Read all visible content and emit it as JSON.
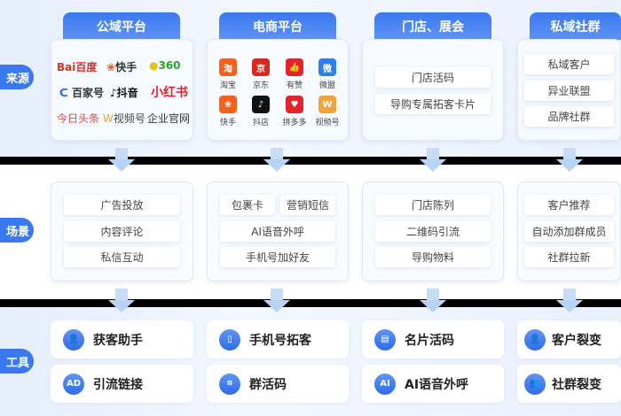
{
  "rows": {
    "source": "来源",
    "scene": "场景",
    "tool": "工具"
  },
  "columns": [
    {
      "title": "公域平台"
    },
    {
      "title": "电商平台"
    },
    {
      "title": "门店、展会"
    },
    {
      "title": "私域社群"
    }
  ],
  "sources": {
    "public": [
      "Bai百度",
      "快手",
      "360",
      "百家号",
      "抖音",
      "小红书",
      "今日头条",
      "视频号",
      "企业官网"
    ],
    "ecommerce": [
      "淘宝",
      "京东",
      "有赞",
      "微盟",
      "快手",
      "抖店",
      "拼多多",
      "视频号"
    ],
    "store": [
      "门店活码",
      "导购专属拓客卡片"
    ],
    "private": [
      "私域客户",
      "异业联盟",
      "品牌社群"
    ]
  },
  "scenes": {
    "public": [
      "广告投放",
      "内容评论",
      "私信互动"
    ],
    "ecommerce": [
      "包裹卡",
      "营销短信",
      "AI语音外呼",
      "手机号加好友"
    ],
    "store": [
      "门店陈列",
      "二维码引流",
      "导购物料"
    ],
    "private": [
      "客户推荐",
      "自动添加群成员",
      "社群拉新"
    ]
  },
  "tools": [
    [
      "获客助手",
      "引流链接"
    ],
    [
      "手机号拓客",
      "群活码"
    ],
    [
      "名片活码",
      "AI语音外呼"
    ],
    [
      "客户裂变",
      "社群裂变"
    ]
  ],
  "colors": {
    "accent": "#3a78ef",
    "arrow": "#b7d3f6"
  }
}
